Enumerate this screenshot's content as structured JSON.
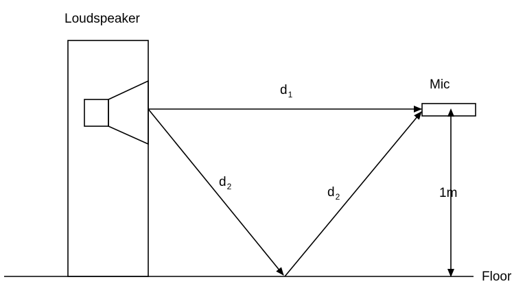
{
  "labels": {
    "loudspeaker": "Loudspeaker",
    "mic": "Mic",
    "d1": {
      "base": "d",
      "sub": "1"
    },
    "d2_left": {
      "base": "d",
      "sub": "2"
    },
    "d2_right": {
      "base": "d",
      "sub": "2"
    },
    "height": "1m",
    "floor": "Floor"
  },
  "colors": {
    "stroke": "#000000",
    "background": "#ffffff"
  }
}
